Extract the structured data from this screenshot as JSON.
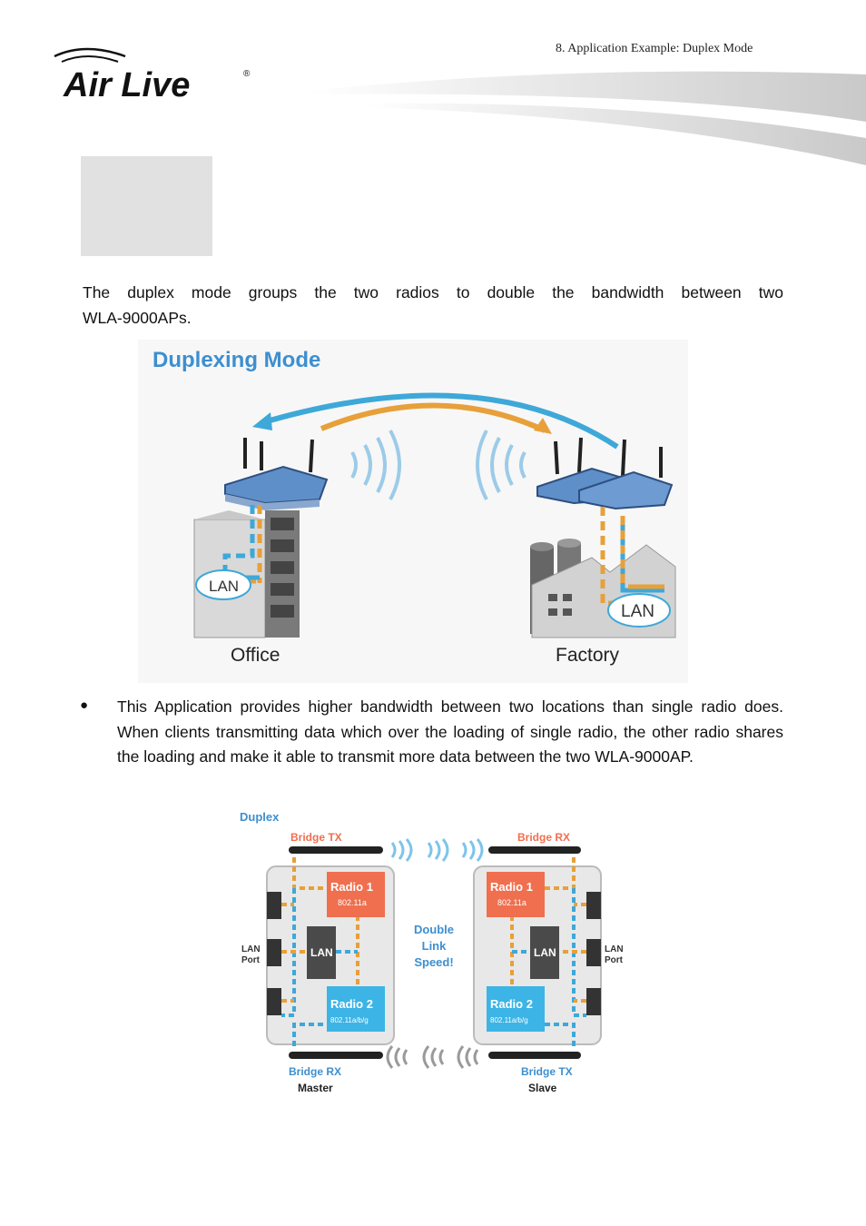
{
  "header": {
    "section": "8. Application Example: Duplex Mode"
  },
  "logo": {
    "brand": "Air Live",
    "registered": "®"
  },
  "intro": {
    "line1": "The duplex mode groups the two radios to double the bandwidth between two",
    "line2": "WLA-9000APs."
  },
  "figure1": {
    "title": "Duplexing Mode",
    "office_label": "Office",
    "factory_label": "Factory",
    "lan_left": "LAN",
    "lan_right": "LAN"
  },
  "bullet": {
    "symbol": "●",
    "text": "This Application provides higher bandwidth between two locations than single radio does. When clients transmitting data which over the loading of single radio, the other radio shares the loading and make it able to transmit more data between the two WLA-9000AP."
  },
  "figure2": {
    "title": "Duplex",
    "bridge_tx_top": "Bridge TX",
    "bridge_rx_top": "Bridge RX",
    "bridge_rx_bottom": "Bridge RX",
    "bridge_tx_bottom": "Bridge TX",
    "master": "Master",
    "slave": "Slave",
    "radio1": "Radio 1",
    "radio1_std": "802.11a",
    "radio2": "Radio 2",
    "radio2_std": "802.11a/b/g",
    "lan": "LAN",
    "lan_port_line1": "LAN",
    "lan_port_line2": "Port",
    "double_line1": "Double",
    "double_line2": "Link",
    "double_line3": "Speed!"
  },
  "colors": {
    "blue_title": "#3d8fd0",
    "orange": "#f4a33a",
    "radio_red": "#ef6f4f",
    "radio_blue": "#3cb4e6",
    "lan_dark": "#4a4a4a"
  }
}
